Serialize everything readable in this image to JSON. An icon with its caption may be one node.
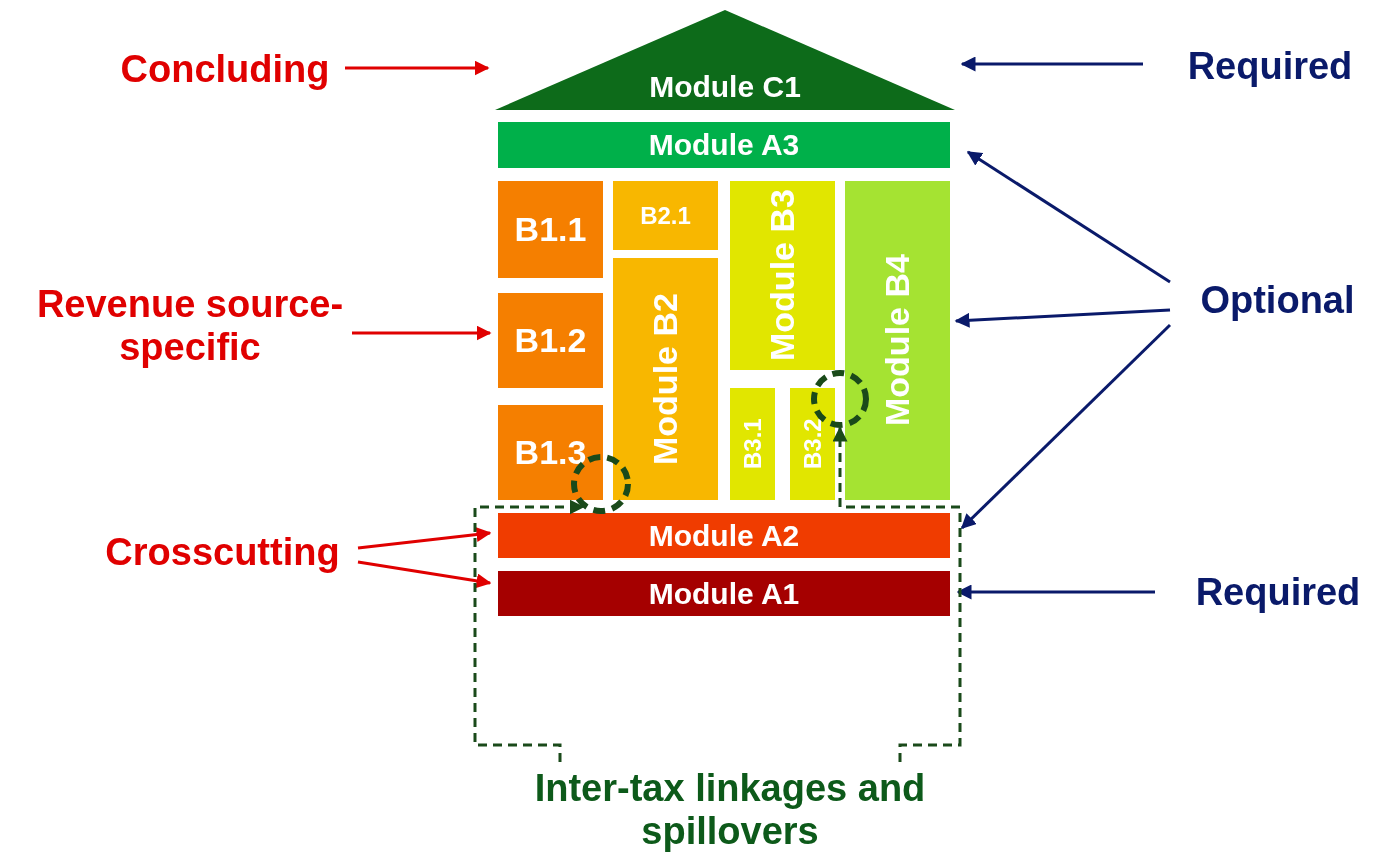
{
  "diagram": {
    "nodes": [
      {
        "text": [
          "Concluding"
        ]
      },
      {
        "text": [
          "Module C1"
        ]
      },
      {
        "text": [
          "Required"
        ]
      },
      {
        "text": [
          "Module A3"
        ]
      },
      {
        "text": [
          "Optional"
        ]
      },
      {
        "text": [
          "Revenue source-specific"
        ]
      },
      {
        "text": [
          "B1.1"
        ]
      },
      {
        "text": [
          "B2.1"
        ]
      },
      {
        "text": [
          "Module B3"
        ]
      },
      {
        "text": [
          "Module B4"
        ]
      },
      {
        "text": [
          "B1.2"
        ]
      },
      {
        "text": [
          "Module B2"
        ]
      },
      {
        "text": [
          "B1.3"
        ]
      },
      {
        "text": [
          "B3.1"
        ]
      },
      {
        "text": [
          "B3.2"
        ]
      },
      {
        "text": [],
        "shape": "circle"
      },
      {
        "text": [],
        "shape": "circle"
      },
      {
        "text": [
          "Crosscutting"
        ]
      },
      {
        "text": [
          "Module A2"
        ]
      },
      {
        "text": [
          "Module A1"
        ]
      },
      {
        "text": [
          "Required"
        ]
      },
      {
        "text": [
          "Inter-tax linkages and spillovers"
        ]
      }
    ],
    "edges": [
      {
        "from": 0,
        "to": 1,
        "arrow": "to",
        "color": "#e00000"
      },
      {
        "from": 2,
        "to": 1,
        "arrow": "to"
      },
      {
        "from": 4,
        "to": 3,
        "arrow": "to"
      },
      {
        "from": 4,
        "to": 9,
        "arrow": "to"
      },
      {
        "from": 4,
        "to": 18,
        "arrow": "to"
      },
      {
        "from": 5,
        "to": 10,
        "arrow": "to",
        "color": "#e00000"
      },
      {
        "from": 17,
        "to": 18,
        "arrow": "to",
        "color": "#e00000"
      },
      {
        "from": 17,
        "to": 19,
        "arrow": "to",
        "color": "#e00000"
      },
      {
        "from": 20,
        "to": 19,
        "arrow": "to"
      },
      {
        "from": 21,
        "to": 15,
        "arrow": "to",
        "style": "dashed",
        "color": "#1a4a1a"
      },
      {
        "from": 21,
        "to": 16,
        "arrow": "to",
        "style": "dashed",
        "color": "#1a4a1a"
      }
    ]
  }
}
